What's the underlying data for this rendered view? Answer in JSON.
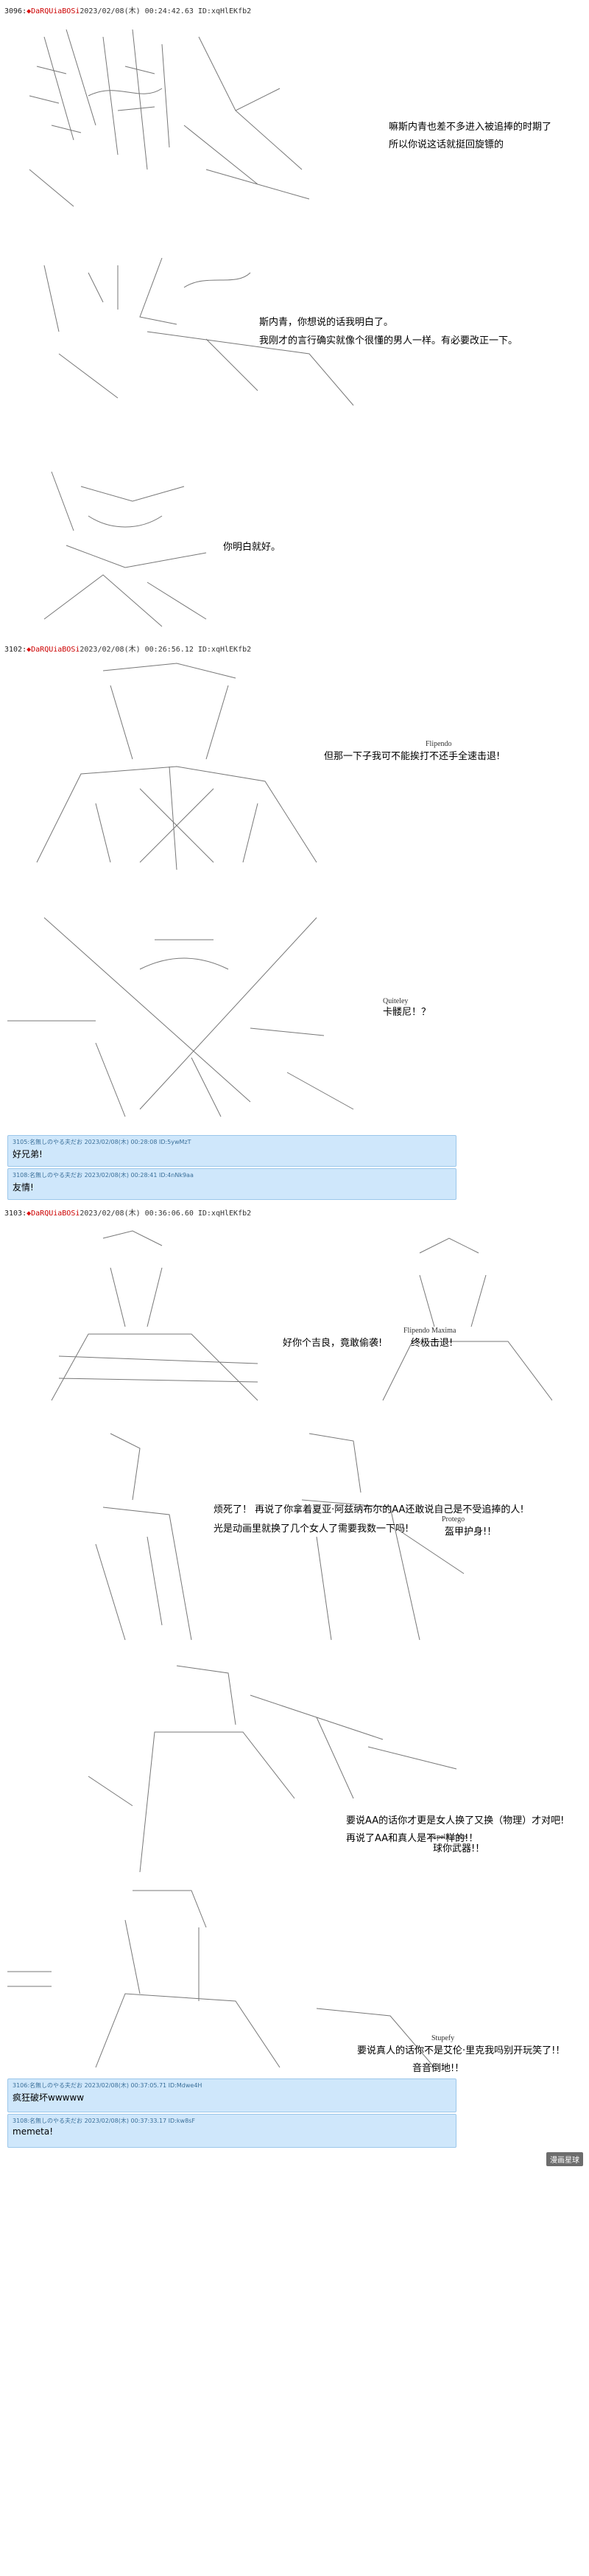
{
  "posts": [
    {
      "num": "3096:",
      "name": "DaRQUiaBOSi",
      "meta": "2023/02/08(木) 00:24:42.63 ID:xqHlEKfb2"
    },
    {
      "num": "3102:",
      "name": "DaRQUiaBOSi",
      "meta": "2023/02/08(木) 00:26:56.12 ID:xqHlEKfb2"
    },
    {
      "num": "3103:",
      "name": "DaRQUiaBOSi",
      "meta": "2023/02/08(木) 00:36:06.60 ID:xqHlEKfb2"
    }
  ],
  "dialog": {
    "d1a": "嘛斯内青也差不多进入被追捧的时期了",
    "d1b": "所以你说这话就挺回旋镖的",
    "d2a": "斯内青，你想说的话我明白了。",
    "d2b": "我刚才的言行确实就像个很懂的男人一样。有必要改正一下。",
    "d3": "你明白就好。",
    "d4": "但那一下子我可不能挨打不还手全速击退!",
    "d5": "卡髅尼！？",
    "d6a": "好你个吉良，竟敢偷袭!",
    "d6b": "终极击退!",
    "d7a": "烦死了！  再说了你拿着夏亚·阿兹纳布尔的AA还敢说自己是不受追捧的人!",
    "d7b": "光是动画里就换了几个女人了需要我数一下吗!",
    "d7c": "盔甲护身!！",
    "d8a": "要说AA的话你才更是女人换了又换（物理）才对吧!",
    "d8b": "再说了AA和真人是不一样的!！",
    "d8c": "球你武器!！",
    "d9a": "要说真人的话你不是艾伦·里克我吗别开玩笑了!！",
    "d9b": "音音倒地!！"
  },
  "labels": {
    "l4": "Flipendo",
    "l5": "Quiteley",
    "l6": "Flipendo Maxima",
    "l7": "Protego",
    "l8": "Expelliarmus",
    "l9": "Stupefy"
  },
  "comments": [
    {
      "head": "3105:名無しのやる夫だお 2023/02/08(木) 00:28:08 ID:5ywMzT",
      "body": "好兄弟!"
    },
    {
      "head": "3108:名無しのやる夫だお 2023/02/08(木) 00:28:41 ID:4nNk9aa",
      "body": "友情!"
    },
    {
      "head": "3106:名無しのやる夫だお 2023/02/08(木) 00:37:05.71 ID:Mdwe4H",
      "body": "疯狂破坏wwwww"
    },
    {
      "head": "3108:名無しのやる夫だお 2023/02/08(木) 00:37:33.17 ID:kw8sF",
      "body": "memeta!"
    }
  ],
  "watermark": "漫画星球",
  "colors": {
    "name_red": "#cc0000",
    "comment_bg": "#cfe7fb",
    "comment_border": "#9cc7ea"
  }
}
